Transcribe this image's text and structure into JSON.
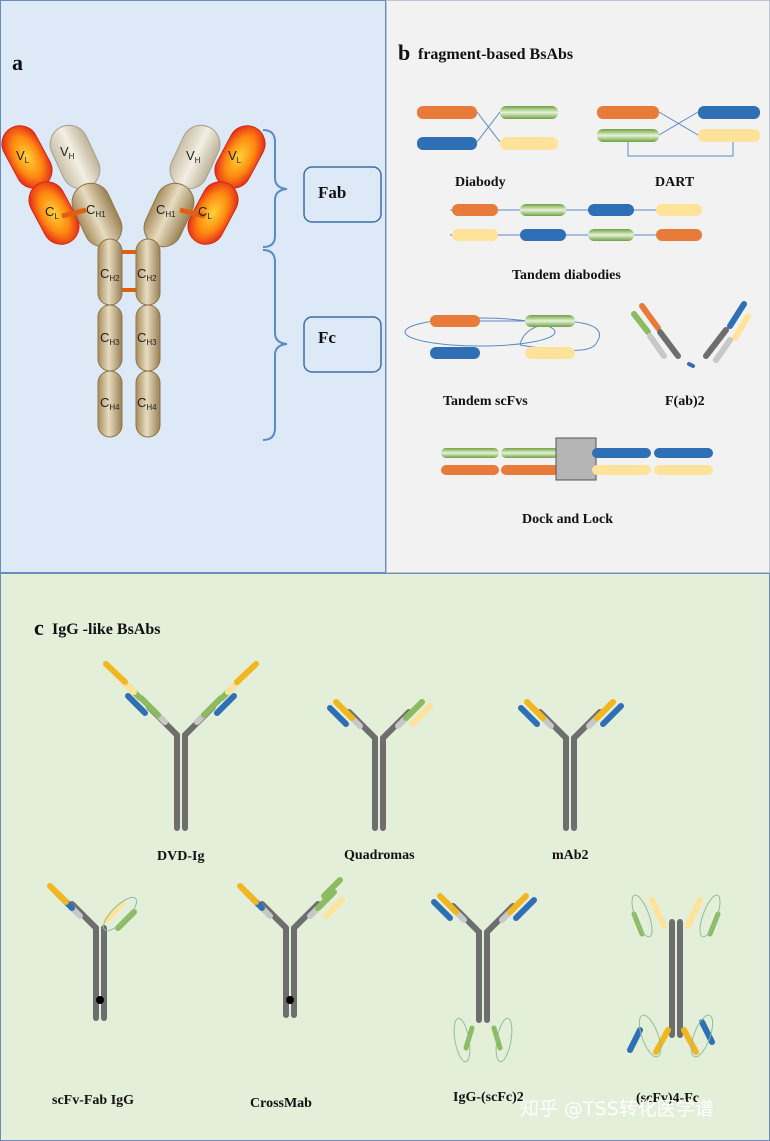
{
  "panel_a": {
    "letter": "a",
    "fab": "Fab",
    "fc": "Fc",
    "domains": {
      "vl": "V",
      "vl_sub": "L",
      "vh": "V",
      "vh_sub": "H",
      "cl": "C",
      "cl_sub": "L",
      "ch1": "C",
      "ch1_sub": "H1",
      "ch2": "C",
      "ch2_sub": "H2",
      "ch3": "C",
      "ch3_sub": "H3",
      "ch4": "C",
      "ch4_sub": "H4"
    }
  },
  "panel_b": {
    "letter": "b",
    "title": "fragment-based BsAbs",
    "labels": {
      "diabody": "Diabody",
      "dart": "DART",
      "tandem_diabodies": "Tandem diabodies",
      "tandem_scfvs": "Tandem scFvs",
      "fab2": "F(ab)2",
      "dock_lock": "Dock and Lock"
    }
  },
  "panel_c": {
    "letter": "c",
    "title": "IgG -like BsAbs",
    "labels": {
      "dvd_ig": "DVD-Ig",
      "quadromas": "Quadromas",
      "mab2": "mAb2",
      "scfv_fab_igg": "scFv-Fab IgG",
      "crossmab": "CrossMab",
      "igg_scfc2": "IgG-(scFc)2",
      "scfv4_fc": "(scFv)4-Fc"
    }
  },
  "watermark": "知乎 @TSS转化医学谱",
  "colors": {
    "orange": "#e87b3a",
    "blue": "#2f6fb5",
    "green": "#8dbb5f",
    "yellow": "#ffe39a",
    "gold": "#f2b61e",
    "gray": "#6e6e6e",
    "lightgray": "#c8c8c8",
    "tan": "#c9b68a",
    "bracket": "#5b8bc4"
  }
}
